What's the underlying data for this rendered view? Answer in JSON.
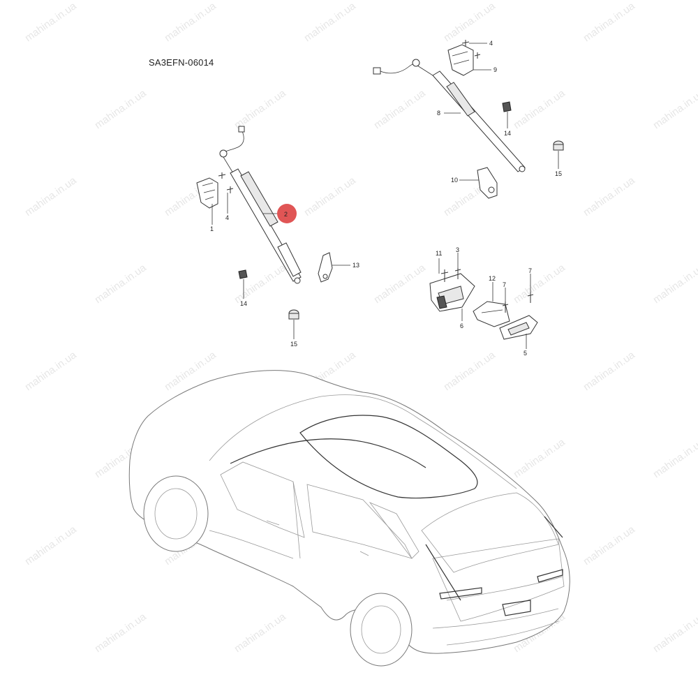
{
  "diagram": {
    "code": "SA3EFN-06014",
    "watermark": "mahina.in.ua",
    "highlight_color": "#e05555",
    "highlighted_part": "2"
  },
  "callouts": [
    {
      "id": "c1",
      "label": "1"
    },
    {
      "id": "c2",
      "label": "2"
    },
    {
      "id": "c3",
      "label": "3"
    },
    {
      "id": "c4a",
      "label": "4"
    },
    {
      "id": "c4b",
      "label": "4"
    },
    {
      "id": "c5",
      "label": "5"
    },
    {
      "id": "c6",
      "label": "6"
    },
    {
      "id": "c7a",
      "label": "7"
    },
    {
      "id": "c7b",
      "label": "7"
    },
    {
      "id": "c8",
      "label": "8"
    },
    {
      "id": "c9",
      "label": "9"
    },
    {
      "id": "c10",
      "label": "10"
    },
    {
      "id": "c11",
      "label": "11"
    },
    {
      "id": "c12",
      "label": "12"
    },
    {
      "id": "c13",
      "label": "13"
    },
    {
      "id": "c14a",
      "label": "14"
    },
    {
      "id": "c14b",
      "label": "14"
    },
    {
      "id": "c15a",
      "label": "15"
    },
    {
      "id": "c15b",
      "label": "15"
    }
  ]
}
